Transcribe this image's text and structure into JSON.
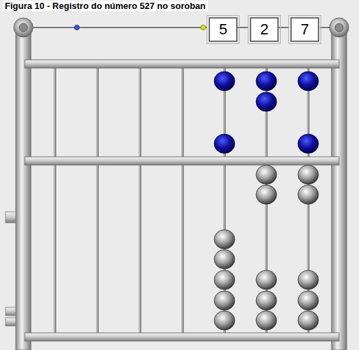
{
  "diagram": {
    "title": "Figura 10 - Registro do número 527 no soroban",
    "nodes": [
      {
        "text": [
          "5"
        ]
      },
      {
        "text": [
          "2"
        ]
      },
      {
        "text": [
          "7"
        ]
      }
    ]
  }
}
